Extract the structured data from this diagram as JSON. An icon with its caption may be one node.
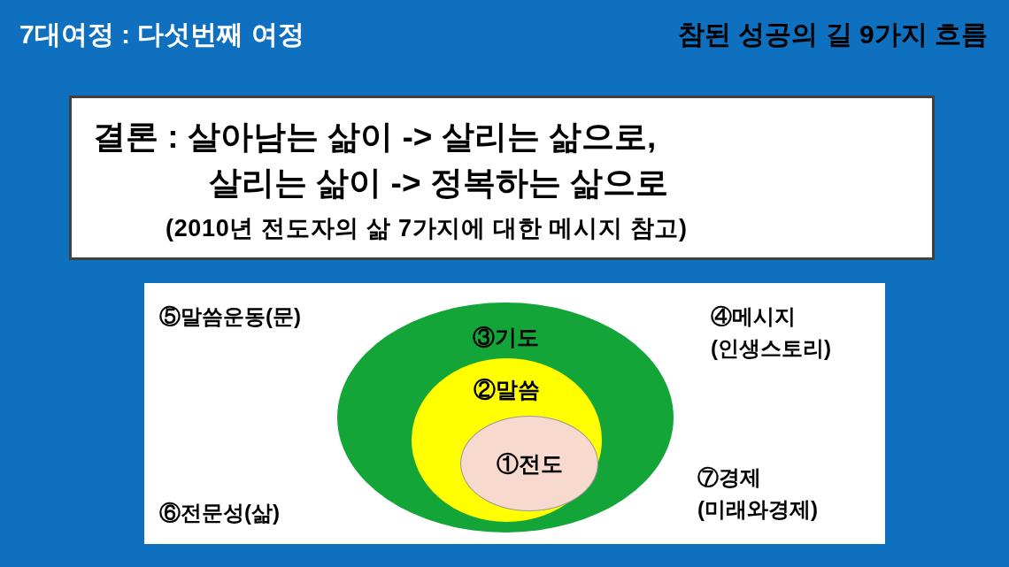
{
  "diagram": {
    "title": "7대여정 : 다섯번째 여정",
    "nodes": [
      {
        "text": [
          "결론 : 살아남는 삶이 -> 살리는 삶으로,",
          "살리는 삶이 -> 정복하는 삶으로",
          "(2010년 전도자의 삶 7가지에 대한 메시지 참고)"
        ]
      },
      {
        "text": [],
        "shape": "box"
      },
      {
        "text": [
          "③기도"
        ],
        "in": 1
      },
      {
        "text": [
          "②말씀"
        ],
        "in": 2
      },
      {
        "text": [
          "①전도"
        ],
        "in": 3
      }
    ],
    "edges": [],
    "labels": [
      "참된 성공의 길 9가지 흐름",
      "⑤말씀운동(문)",
      "④메시지 (인생스토리)",
      "⑦경제 (미래와경제)",
      "⑥전문성(삶)"
    ]
  }
}
